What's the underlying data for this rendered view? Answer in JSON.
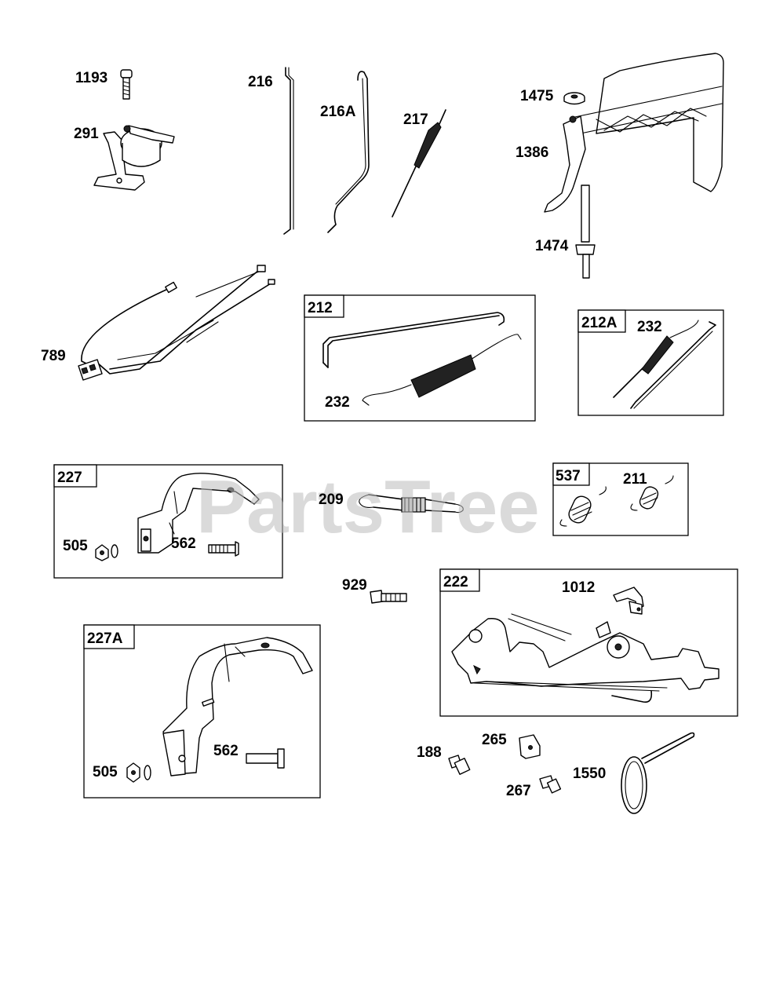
{
  "watermark": "PartsTree",
  "parts": {
    "p1193": "1193",
    "p291": "291",
    "p216": "216",
    "p216A": "216A",
    "p217": "217",
    "p1475": "1475",
    "p1386": "1386",
    "p1474": "1474",
    "p789": "789",
    "p212_232": "232",
    "p212A_232": "232",
    "p209": "209",
    "p211": "211",
    "p227_505": "505",
    "p227_562": "562",
    "p929": "929",
    "p1012": "1012",
    "p227A_505": "505",
    "p227A_562": "562",
    "p188": "188",
    "p265": "265",
    "p267": "267",
    "p1550": "1550"
  },
  "groups": {
    "g212": "212",
    "g212A": "212A",
    "g227": "227",
    "g537": "537",
    "g222": "222",
    "g227A": "227A"
  }
}
